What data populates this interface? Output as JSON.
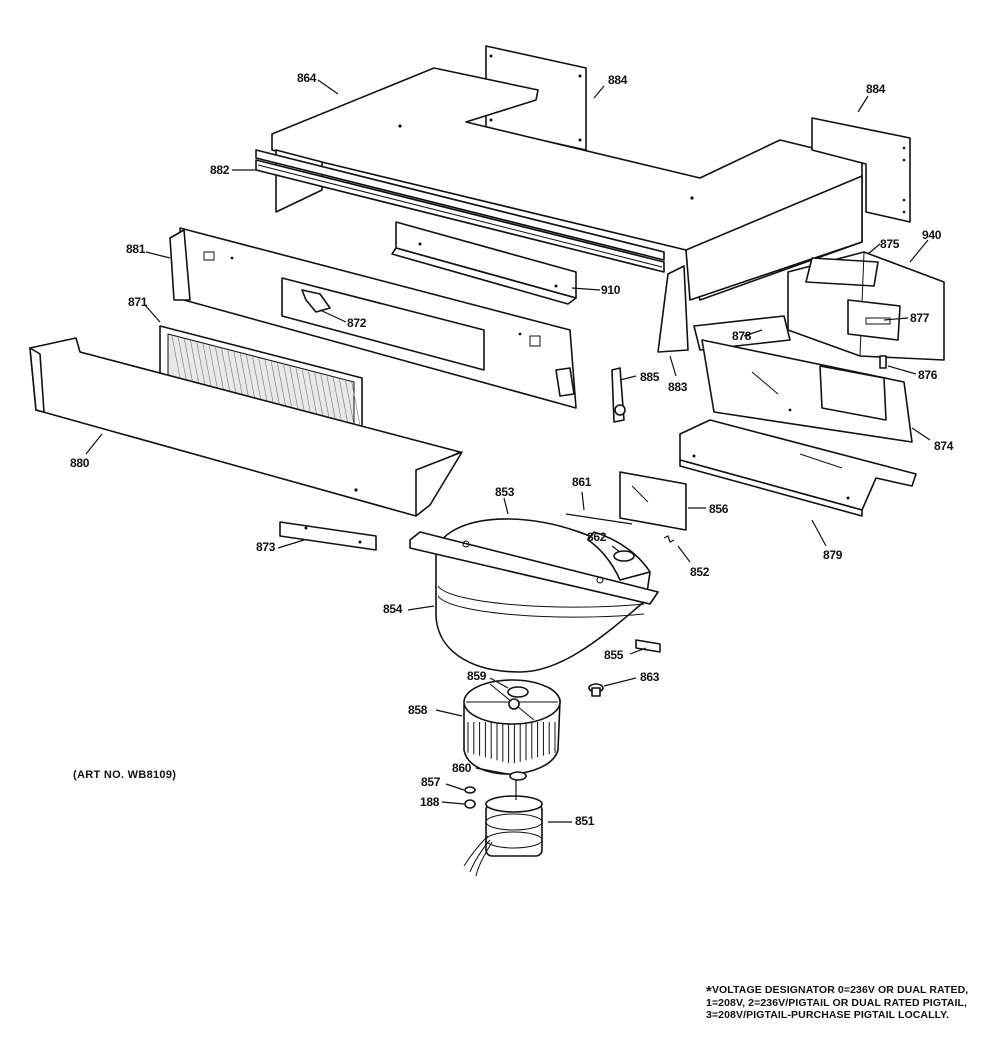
{
  "diagram": {
    "callouts": [
      {
        "id": "864",
        "text": "864"
      },
      {
        "id": "884a",
        "text": "884"
      },
      {
        "id": "884b",
        "text": "884"
      },
      {
        "id": "882",
        "text": "882"
      },
      {
        "id": "875",
        "text": "875"
      },
      {
        "id": "940",
        "text": "940"
      },
      {
        "id": "881",
        "text": "881"
      },
      {
        "id": "910",
        "text": "910"
      },
      {
        "id": "871",
        "text": "871"
      },
      {
        "id": "872",
        "text": "872"
      },
      {
        "id": "877",
        "text": "877"
      },
      {
        "id": "878",
        "text": "878"
      },
      {
        "id": "876",
        "text": "876"
      },
      {
        "id": "885",
        "text": "885"
      },
      {
        "id": "883",
        "text": "883"
      },
      {
        "id": "874",
        "text": "874"
      },
      {
        "id": "880",
        "text": "880"
      },
      {
        "id": "853",
        "text": "853"
      },
      {
        "id": "861",
        "text": "861"
      },
      {
        "id": "856",
        "text": "856"
      },
      {
        "id": "879",
        "text": "879"
      },
      {
        "id": "862",
        "text": "862"
      },
      {
        "id": "852",
        "text": "852"
      },
      {
        "id": "873",
        "text": "873"
      },
      {
        "id": "854",
        "text": "854"
      },
      {
        "id": "855",
        "text": "855"
      },
      {
        "id": "859",
        "text": "859"
      },
      {
        "id": "863",
        "text": "863"
      },
      {
        "id": "858",
        "text": "858"
      },
      {
        "id": "860",
        "text": "860"
      },
      {
        "id": "857",
        "text": "857"
      },
      {
        "id": "188",
        "text": "188"
      },
      {
        "id": "851",
        "text": "851"
      }
    ],
    "art_number": "(ART NO. WB8109)",
    "note_star": "*",
    "note_line1": "VOLTAGE DESIGNATOR 0=236V OR DUAL RATED,",
    "note_line2": "1=208V, 2=236V/PIGTAIL OR DUAL RATED PIGTAIL,",
    "note_line3": "3=208V/PIGTAIL-PURCHASE PIGTAIL LOCALLY."
  }
}
